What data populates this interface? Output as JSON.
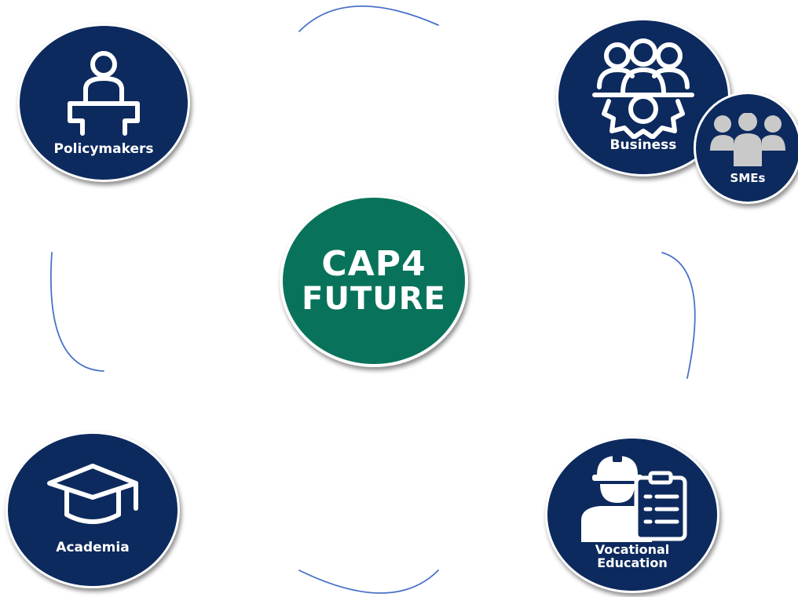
{
  "colors": {
    "node_fill": "#0d2a5e",
    "center_fill": "#08735a",
    "arc_stroke": "#4a72c9",
    "sme_icon": "#c9c9c9"
  },
  "center": {
    "line1": "CAP4",
    "line2": "FUTURE"
  },
  "nodes": {
    "policymakers": {
      "label": "Policymakers",
      "icon": "podium-speaker-icon"
    },
    "business": {
      "label": "Business",
      "icon": "people-gear-icon"
    },
    "smes": {
      "label": "SMEs",
      "icon": "group-people-icon"
    },
    "academia": {
      "label": "Academia",
      "icon": "graduation-cap-icon"
    },
    "vocational": {
      "label_line1": "Vocational",
      "label_line2": "Education",
      "icon": "worker-clipboard-icon"
    }
  }
}
